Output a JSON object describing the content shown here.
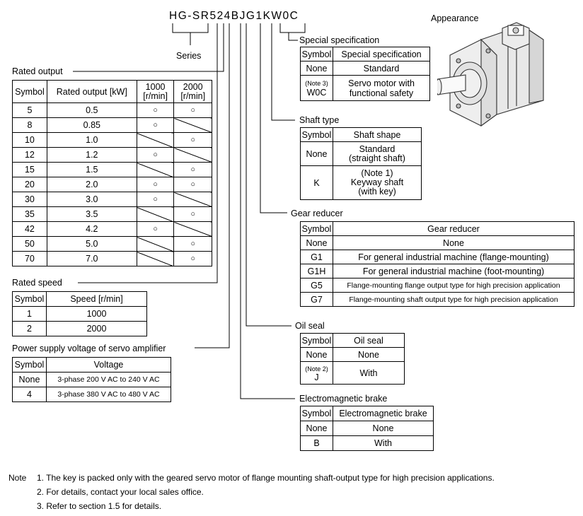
{
  "model": {
    "code": "HG-SR524BJG1KW0C"
  },
  "series_label": "Series",
  "appearance_label": "Appearance",
  "rated_output": {
    "title": "Rated output",
    "headers": [
      "Symbol",
      "Rated output [kW]",
      "1000 [r/min]",
      "2000 [r/min]"
    ],
    "rows": [
      {
        "symbol": "5",
        "output": "0.5",
        "r1000": "○",
        "r2000": "○"
      },
      {
        "symbol": "8",
        "output": "0.85",
        "r1000": "○",
        "r2000": ""
      },
      {
        "symbol": "10",
        "output": "1.0",
        "r1000": "",
        "r2000": "○"
      },
      {
        "symbol": "12",
        "output": "1.2",
        "r1000": "○",
        "r2000": ""
      },
      {
        "symbol": "15",
        "output": "1.5",
        "r1000": "",
        "r2000": "○"
      },
      {
        "symbol": "20",
        "output": "2.0",
        "r1000": "○",
        "r2000": "○"
      },
      {
        "symbol": "30",
        "output": "3.0",
        "r1000": "○",
        "r2000": ""
      },
      {
        "symbol": "35",
        "output": "3.5",
        "r1000": "",
        "r2000": "○"
      },
      {
        "symbol": "42",
        "output": "4.2",
        "r1000": "○",
        "r2000": ""
      },
      {
        "symbol": "50",
        "output": "5.0",
        "r1000": "",
        "r2000": "○"
      },
      {
        "symbol": "70",
        "output": "7.0",
        "r1000": "",
        "r2000": "○"
      }
    ]
  },
  "rated_speed": {
    "title": "Rated speed",
    "headers": [
      "Symbol",
      "Speed [r/min]"
    ],
    "rows": [
      {
        "symbol": "1",
        "value": "1000"
      },
      {
        "symbol": "2",
        "value": "2000"
      }
    ]
  },
  "power_supply": {
    "title": "Power supply voltage of servo amplifier",
    "headers": [
      "Symbol",
      "Voltage"
    ],
    "rows": [
      {
        "symbol": "None",
        "value": "3-phase 200 V AC to 240 V AC"
      },
      {
        "symbol": "4",
        "value": "3-phase 380 V AC to 480 V AC"
      }
    ]
  },
  "special_spec": {
    "title": "Special specification",
    "headers": [
      "Symbol",
      "Special specification"
    ],
    "rows": [
      {
        "note": "",
        "symbol": "None",
        "value": "Standard"
      },
      {
        "note": "(Note 3)",
        "symbol": "W0C",
        "value": "Servo motor with functional safety"
      }
    ]
  },
  "shaft_type": {
    "title": "Shaft type",
    "headers": [
      "Symbol",
      "Shaft shape"
    ],
    "rows": [
      {
        "symbol": "None",
        "value_lines": [
          "Standard",
          "(straight shaft)"
        ]
      },
      {
        "symbol": "K",
        "value_lines": [
          "(Note 1)",
          "Keyway shaft",
          "(with key)"
        ]
      }
    ]
  },
  "gear_reducer": {
    "title": "Gear reducer",
    "headers": [
      "Symbol",
      "Gear reducer"
    ],
    "rows": [
      {
        "symbol": "None",
        "value": "None"
      },
      {
        "symbol": "G1",
        "value": "For general industrial machine (flange-mounting)"
      },
      {
        "symbol": "G1H",
        "value": "For general industrial machine (foot-mounting)"
      },
      {
        "symbol": "G5",
        "value": "Flange-mounting flange output type for high precision application"
      },
      {
        "symbol": "G7",
        "value": "Flange-mounting shaft output type for high precision application"
      }
    ]
  },
  "oil_seal": {
    "title": "Oil seal",
    "headers": [
      "Symbol",
      "Oil seal"
    ],
    "rows": [
      {
        "note": "",
        "symbol": "None",
        "value": "None"
      },
      {
        "note": "(Note 2)",
        "symbol": "J",
        "value": "With"
      }
    ]
  },
  "brake": {
    "title": "Electromagnetic brake",
    "headers": [
      "Symbol",
      "Electromagnetic brake"
    ],
    "rows": [
      {
        "symbol": "None",
        "value": "None"
      },
      {
        "symbol": "B",
        "value": "With"
      }
    ]
  },
  "notes": {
    "prefix": "Note",
    "items": [
      "1. The key is packed only with the geared servo motor of flange mounting shaft-output type for high precision applications.",
      "2. For details, contact your local sales office.",
      "3. Refer to section 1.5 for details."
    ]
  }
}
